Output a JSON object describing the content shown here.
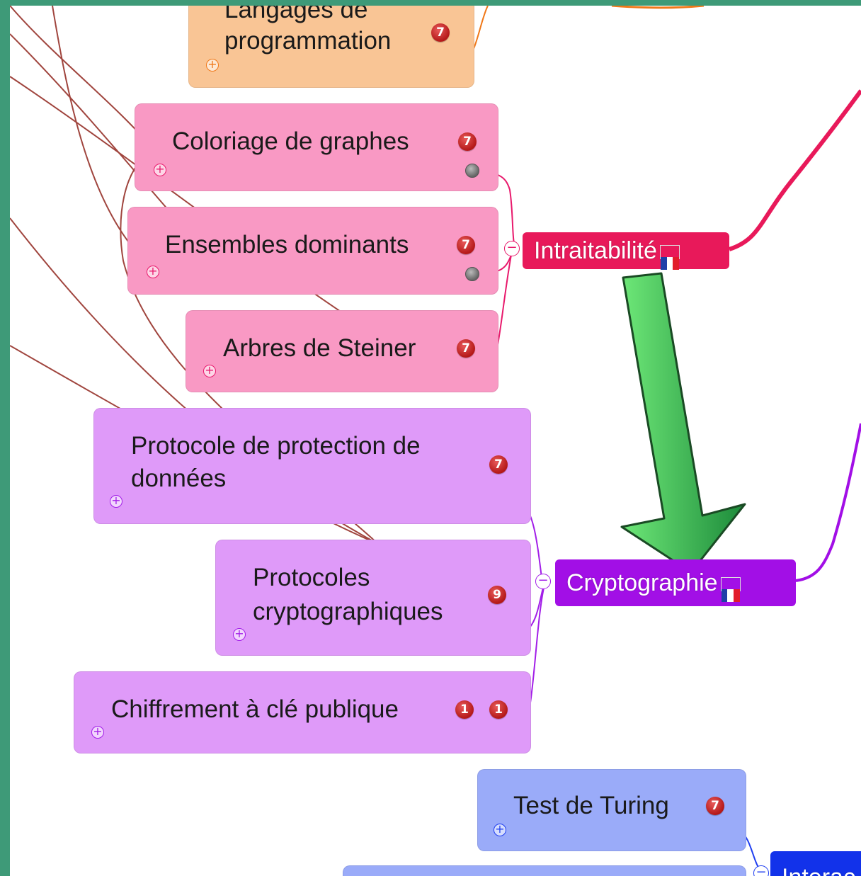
{
  "canvas": {
    "background": "#ffffff"
  },
  "colors": {
    "orange_node": "#f9c595",
    "orange_line": "#f07818",
    "pink_node": "#f999c4",
    "pink_line": "#e8196c",
    "intraitabilite_topic": "#e8195a",
    "purple_node": "#df9af9",
    "purple_line": "#a21ee8",
    "cryptographie_topic": "#a20fe6",
    "blue_node": "#9aabf9",
    "blue_line": "#1f3ef0",
    "interaction_topic": "#1232ea",
    "crosslink": "#a0453e",
    "arrow_green": "#3cb050",
    "badge_red": "#c21c1c"
  },
  "nodes": {
    "langages": {
      "line1": "Langages de",
      "line2": "programmation",
      "badge": "7"
    },
    "coloriage": {
      "label": "Coloriage de graphes",
      "badge": "7"
    },
    "ensembles": {
      "label": "Ensembles dominants",
      "badge": "7"
    },
    "steiner": {
      "label": "Arbres de Steiner",
      "badge": "7"
    },
    "protection": {
      "line1": "Protocole de protection de",
      "line2": "données",
      "badge": "7"
    },
    "protocoles": {
      "line1": "Protocoles",
      "line2": "cryptographiques",
      "badge": "9"
    },
    "chiffrement": {
      "label": "Chiffrement à clé publique",
      "badge1": "1",
      "badge2": "1"
    },
    "turing": {
      "label": "Test de Turing",
      "badge": "7"
    }
  },
  "topics": {
    "intraitabilite": {
      "label": "Intraitabilité",
      "flag": "flag-france-icon"
    },
    "cryptographie": {
      "label": "Cryptographie",
      "flag": "flag-france-icon"
    },
    "interaction": {
      "label": "Interac"
    }
  },
  "icons": {
    "expand": "+",
    "collapse": "−"
  }
}
